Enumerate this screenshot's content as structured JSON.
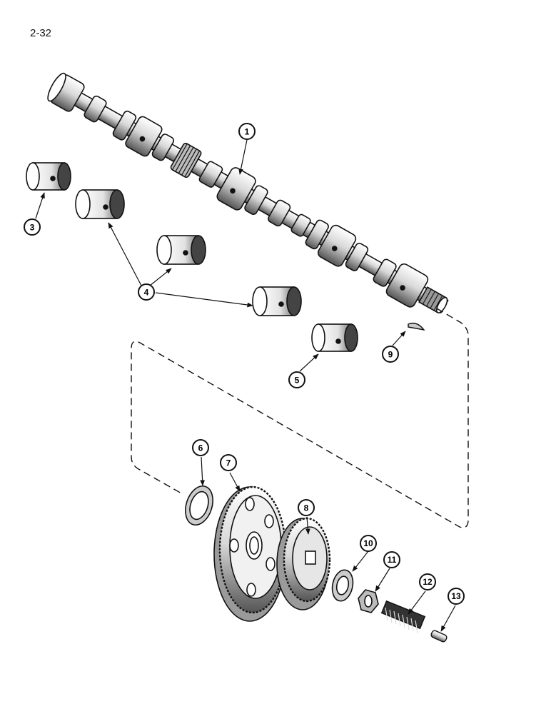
{
  "page": {
    "number": "2-32"
  },
  "callouts": [
    {
      "id": "1",
      "label": "1"
    },
    {
      "id": "3",
      "label": "3"
    },
    {
      "id": "4",
      "label": "4"
    },
    {
      "id": "5",
      "label": "5"
    },
    {
      "id": "6",
      "label": "6"
    },
    {
      "id": "7",
      "label": "7"
    },
    {
      "id": "8",
      "label": "8"
    },
    {
      "id": "9",
      "label": "9"
    },
    {
      "id": "10",
      "label": "10"
    },
    {
      "id": "11",
      "label": "11"
    },
    {
      "id": "12",
      "label": "12"
    },
    {
      "id": "13",
      "label": "13"
    }
  ],
  "colors": {
    "ink": "#111111",
    "paper": "#ffffff",
    "shade": "#3a3a3a"
  }
}
